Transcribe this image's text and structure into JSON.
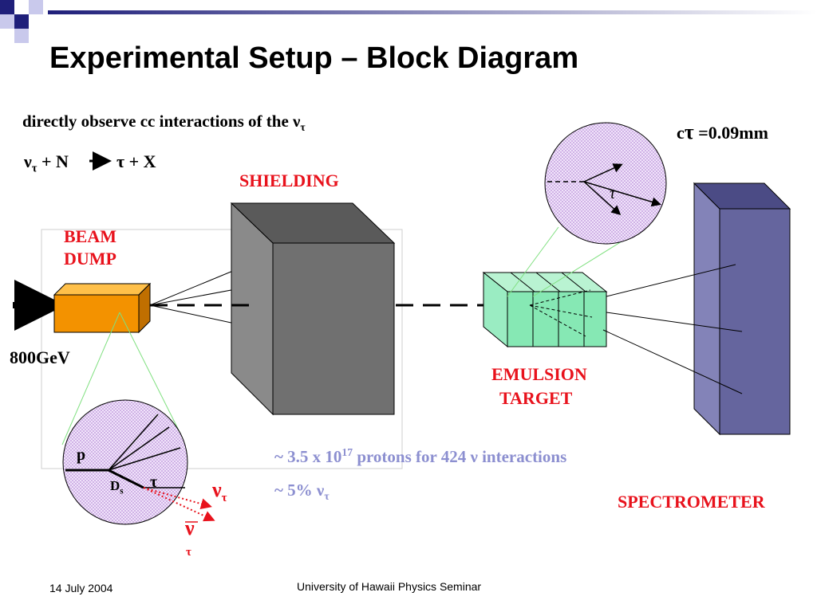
{
  "slide": {
    "title": "Experimental Setup – Block Diagram",
    "subtitle": "directly observe cc interactions of the ν",
    "subtitle_sub": "τ",
    "reaction": {
      "nu": "ν",
      "nu_sub": "τ",
      "plus_n": " + N",
      "rhs": "τ + X"
    },
    "ctau": {
      "c": "c",
      "tau": "τ",
      "value": " =0.09mm"
    },
    "labels": {
      "shielding": "SHIELDING",
      "beam_dump_line1": "BEAM",
      "beam_dump_line2": "DUMP",
      "energy": "800GeV",
      "emulsion_line1": "EMULSION",
      "emulsion_line2": "TARGET",
      "spectrometer": "SPECTROMETER"
    },
    "decay": {
      "tau": "τ",
      "p": "p",
      "ds": "D",
      "ds_sub": "s",
      "tau2": "τ",
      "nu_tau": "ν",
      "nu_tau_sub": "τ",
      "nubar": "ν",
      "nubar_sub": "τ"
    },
    "stats": {
      "line1_pre": "~ 3.5 x 10",
      "line1_sup": "17",
      "line1_post": " protons for 424 ν interactions",
      "line2_pre": "~ 5%  ν",
      "line2_sub": "τ"
    },
    "footer": {
      "date": "14 July 2004",
      "seminar": "University of Hawaii Physics Seminar"
    },
    "colors": {
      "header_navy": "#1f1f7a",
      "label_red": "#e8121c",
      "stats_blue": "#8c8fd0",
      "beam_dump_orange": "#f39200",
      "shielding_gray": "#707070",
      "emulsion_green": "#86e8b4",
      "spectrometer_purple": "#65659e",
      "circle_fill": "#eadcf5"
    }
  }
}
